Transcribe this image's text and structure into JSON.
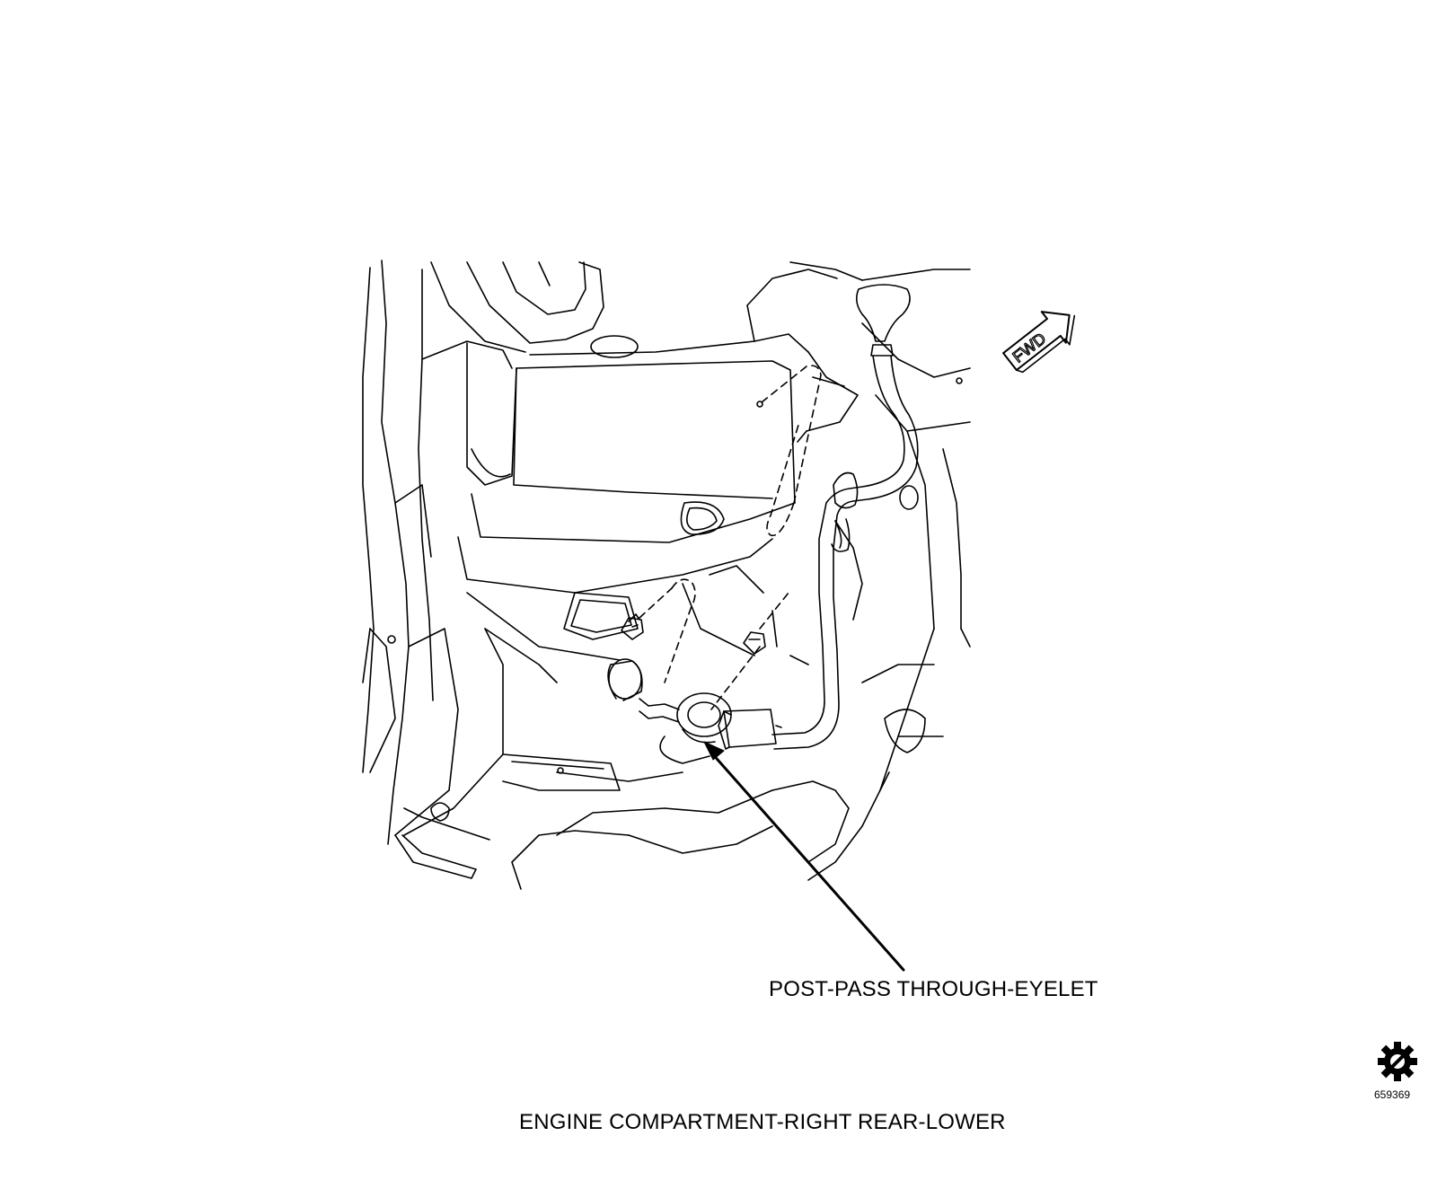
{
  "diagram": {
    "callout_label": "POST-PASS THROUGH-EYELET",
    "caption": "ENGINE COMPARTMENT-RIGHT REAR-LOWER",
    "figure_number": "659369",
    "direction_arrow_text": "FWD",
    "logo_icon": "gear-circle-slash-icon"
  }
}
